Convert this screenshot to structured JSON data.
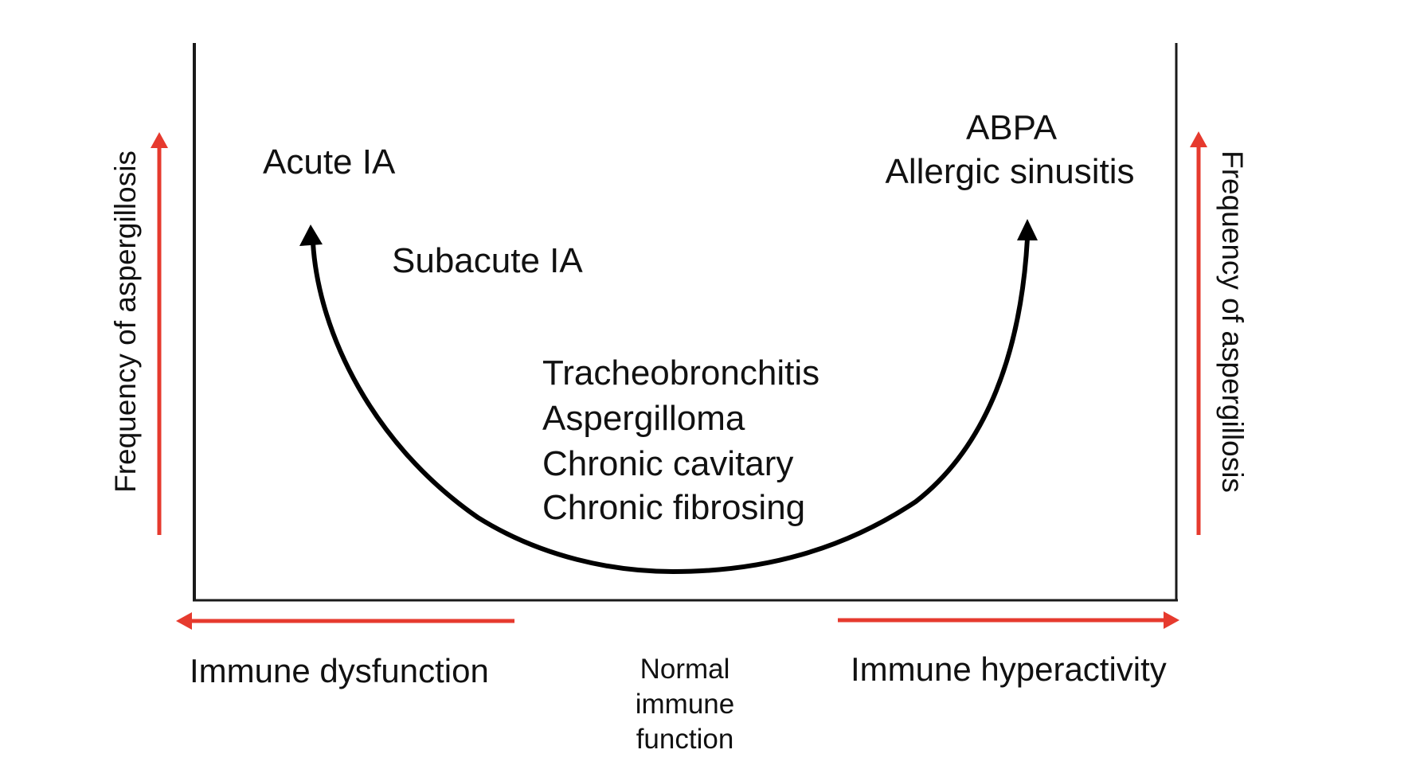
{
  "diagram": {
    "type": "U-curve concept diagram",
    "colors": {
      "axis": "#1a1a1a",
      "frequency_arrows": "#e63a2e",
      "immune_arrows": "#e63a2e",
      "curve": "#000000",
      "text": "#111111",
      "background": "#ffffff"
    },
    "y_axis_labels": {
      "left": "Frequency of aspergillosis",
      "right": "Frequency of aspergillosis"
    },
    "x_axis_labels": {
      "left": "Immune dysfunction",
      "center_lines": [
        "Normal",
        "immune",
        "function"
      ],
      "right": "Immune hyperactivity"
    },
    "curve_labels": {
      "left_top": "Acute IA",
      "left_mid": "Subacute IA",
      "right_top_lines": [
        "ABPA",
        "Allergic sinusitis"
      ],
      "bottom_lines": [
        "Tracheobronchitis",
        "Aspergilloma",
        "Chronic cavitary",
        "Chronic fibrosing"
      ]
    },
    "arrow_directions": {
      "left_vertical": "up",
      "right_vertical": "up",
      "left_horizontal": "left",
      "right_horizontal": "right",
      "curve_left_end": "up",
      "curve_right_end": "up"
    }
  }
}
